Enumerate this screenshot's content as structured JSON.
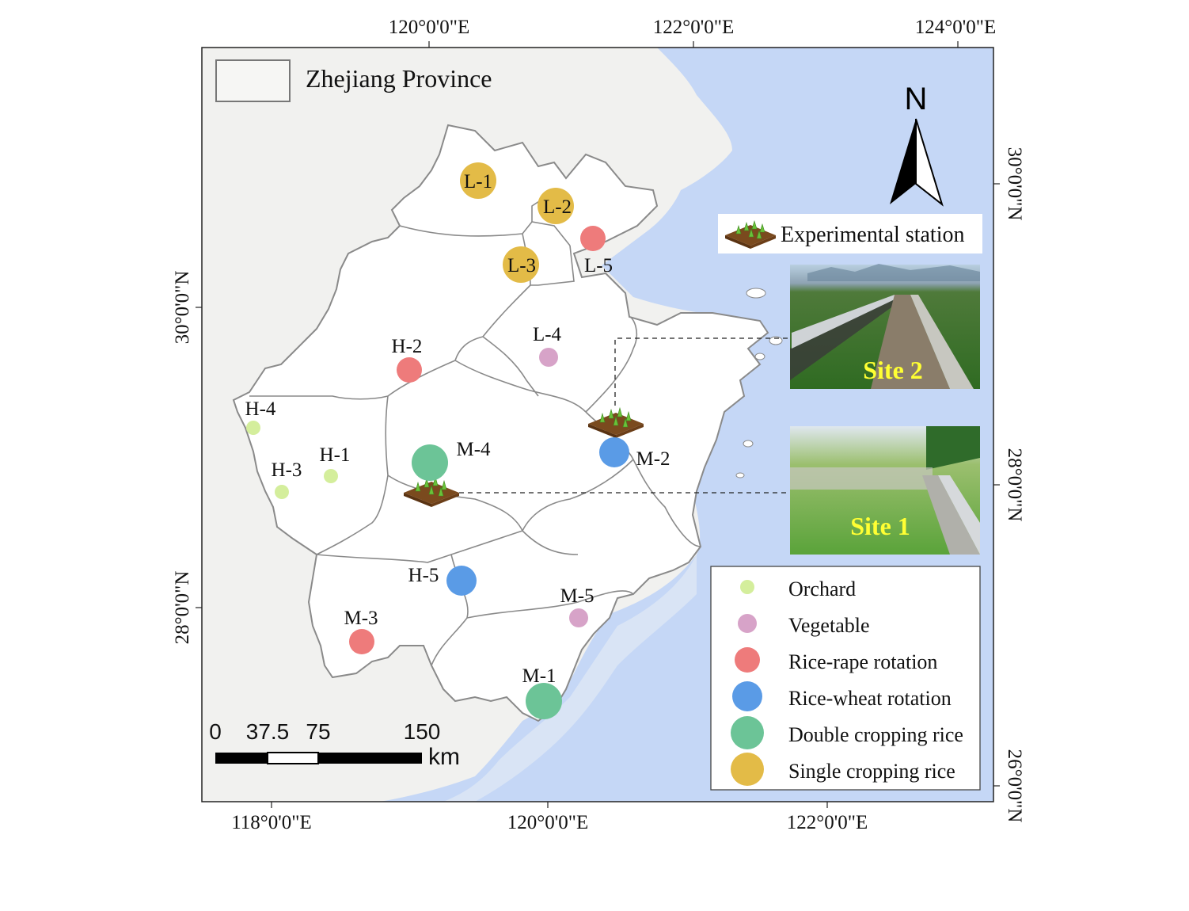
{
  "coords": {
    "top_labels": [
      "120°0'0\"E",
      "122°0'0\"E",
      "124°0'0\"E"
    ],
    "bottom_labels": [
      "118°0'0\"E",
      "120°0'0\"E",
      "122°0'0\"E"
    ],
    "left_labels": [
      "30°0'0\"N",
      "28°0'0\"N"
    ],
    "right_labels": [
      "30°0'0\"N",
      "28°0'0\"N",
      "26°0'0\"N"
    ]
  },
  "inset_legend": {
    "label": "Zhejiang Province"
  },
  "north_arrow": {
    "label": "N"
  },
  "station_legend": {
    "label": "Experimental station"
  },
  "photos": {
    "site2": "Site 2",
    "site1": "Site 1"
  },
  "sites": [
    {
      "id": "L-1",
      "cls": "single"
    },
    {
      "id": "L-2",
      "cls": "single"
    },
    {
      "id": "L-3",
      "cls": "single"
    },
    {
      "id": "L-5",
      "cls": "rape"
    },
    {
      "id": "L-4",
      "cls": "veg"
    },
    {
      "id": "H-2",
      "cls": "rape"
    },
    {
      "id": "H-4",
      "cls": "orchard"
    },
    {
      "id": "H-1",
      "cls": "orchard"
    },
    {
      "id": "H-3",
      "cls": "orchard"
    },
    {
      "id": "M-4",
      "cls": "double"
    },
    {
      "id": "M-2",
      "cls": "wheat"
    },
    {
      "id": "H-5",
      "cls": "wheat"
    },
    {
      "id": "M-5",
      "cls": "veg"
    },
    {
      "id": "M-3",
      "cls": "rape"
    },
    {
      "id": "M-1",
      "cls": "double"
    }
  ],
  "legend": {
    "items": [
      {
        "key": "orchard",
        "label": "Orchard",
        "color": "#d4ee9c"
      },
      {
        "key": "veg",
        "label": "Vegetable",
        "color": "#d7a3c8"
      },
      {
        "key": "rape",
        "label": "Rice-rape rotation",
        "color": "#ee7b7b"
      },
      {
        "key": "wheat",
        "label": "Rice-wheat rotation",
        "color": "#5a9be6"
      },
      {
        "key": "double",
        "label": "Double cropping rice",
        "color": "#6cc497"
      },
      {
        "key": "single",
        "label": "Single cropping rice",
        "color": "#e3bb47"
      }
    ]
  },
  "scale_bar": {
    "ticks": [
      "0",
      "37.5",
      "75",
      "150"
    ],
    "unit": "km"
  },
  "colors": {
    "sea": "#c5d7f6",
    "land_other": "#f1f1ef",
    "province": "#ffffff",
    "border": "#8a8a8a"
  }
}
